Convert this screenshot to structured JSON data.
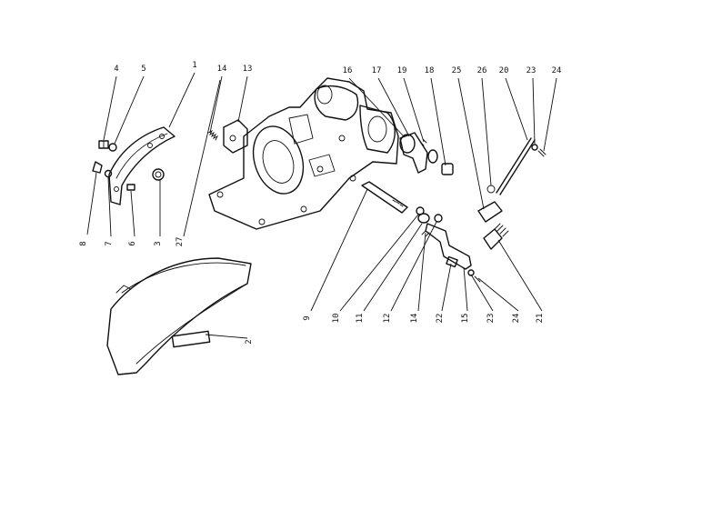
{
  "callouts": [
    "1",
    "2",
    "3",
    "4",
    "5",
    "6",
    "7",
    "8",
    "9",
    "10",
    "11",
    "12",
    "13",
    "14",
    "14",
    "15",
    "16",
    "17",
    "19",
    "18",
    "20",
    "21",
    "22",
    "23",
    "23",
    "24",
    "24",
    "25",
    "26",
    "27"
  ]
}
